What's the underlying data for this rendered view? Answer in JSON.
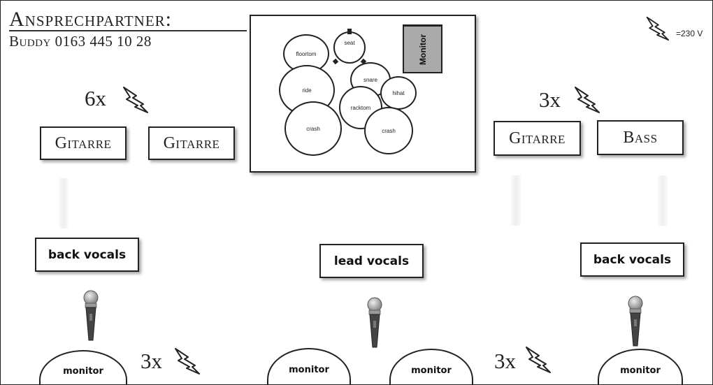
{
  "header": {
    "title": "Ansprechpartner:",
    "contact": "Buddy 0163 445 10 28"
  },
  "legend": {
    "icon": "lightning-icon",
    "text": "=230 V"
  },
  "amps": {
    "left": [
      "Gitarre",
      "Gitarre"
    ],
    "right_guitar": "Gitarre",
    "right_bass": "Bass"
  },
  "power": {
    "amps_left": "6x",
    "amps_right": "3x",
    "monitors_left": "3x",
    "monitors_center": "3x"
  },
  "drums": {
    "items": {
      "seat": "seat",
      "floortom": "floortom",
      "ride": "ride",
      "snare": "snare",
      "hihat": "hihat",
      "racktom": "racktom",
      "crash_left": "crash",
      "crash_right": "crash"
    },
    "monitor": "Monitor"
  },
  "vocals": {
    "left": "back vocals",
    "center": "lead vocals",
    "right": "back vocals"
  },
  "monitors": [
    "monitor",
    "monitor",
    "monitor",
    "monitor"
  ],
  "colors": {
    "ink": "#222222",
    "drum_monitor_fill": "#aaaaaa"
  }
}
